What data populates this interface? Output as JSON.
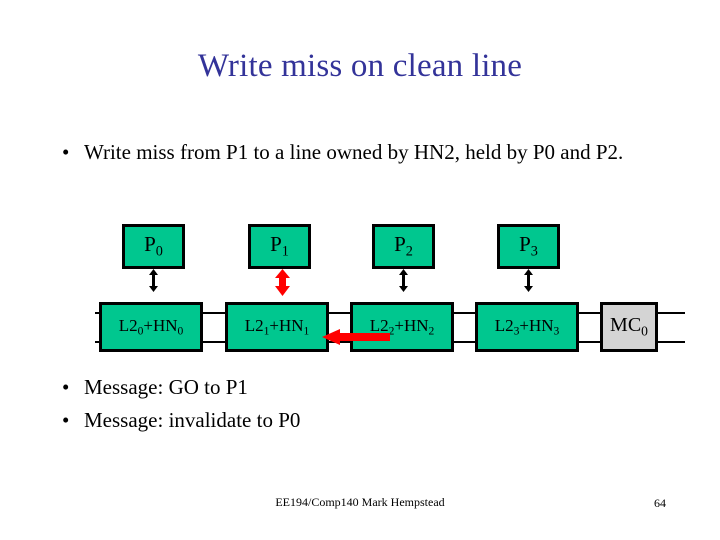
{
  "slide": {
    "title": "Write miss on clean line",
    "title_color": "#333399",
    "background_color": "#ffffff"
  },
  "bullets_top": [
    {
      "marker": "•",
      "text": "Write miss from P1 to a line owned by HN2, held by P0 and P2."
    }
  ],
  "bullets_bottom": [
    {
      "marker": "•",
      "text": "Message: GO to P1"
    },
    {
      "marker": "•",
      "text": "Message: invalidate to P0"
    }
  ],
  "diagram": {
    "colors": {
      "node_fill": "#00c78f",
      "memory_fill": "#d4d4d4",
      "outline": "#000000",
      "highlight": "#ff0000",
      "link": "#000000"
    },
    "processors": [
      {
        "base": "P",
        "sub": "0",
        "link_color": "#000000"
      },
      {
        "base": "P",
        "sub": "1",
        "link_color": "#ff0000"
      },
      {
        "base": "P",
        "sub": "2",
        "link_color": "#000000"
      },
      {
        "base": "P",
        "sub": "3",
        "link_color": "#000000"
      }
    ],
    "caches": [
      {
        "base": "L2",
        "sub": "0",
        "mid": "+HN",
        "sub2": "0"
      },
      {
        "base": "L2",
        "sub": "1",
        "mid": "+HN",
        "sub2": "1"
      },
      {
        "base": "L2",
        "sub": "2",
        "mid": "+HN",
        "sub2": "2"
      },
      {
        "base": "L2",
        "sub": "3",
        "mid": "+HN",
        "sub2": "3"
      }
    ],
    "memory_controller": {
      "base": "MC",
      "sub": "0"
    },
    "bus_lines": 2,
    "transfer_arrow": {
      "direction": "left",
      "color": "#ff0000",
      "from": "L2_2",
      "to": "L2_1"
    }
  },
  "footer": {
    "credit": "EE194/Comp140 Mark Hempstead",
    "page_number": "64"
  }
}
